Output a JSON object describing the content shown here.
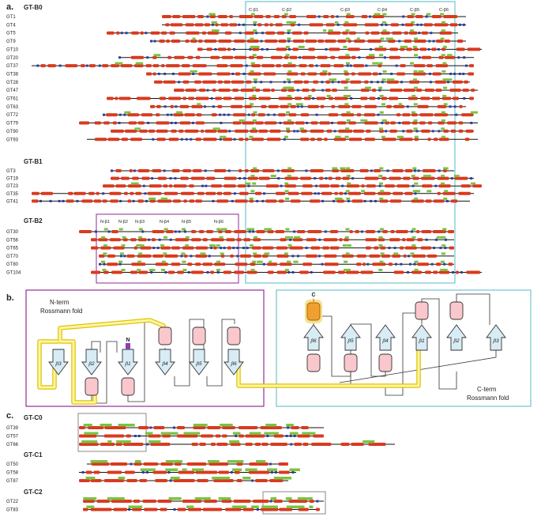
{
  "panels": {
    "a": {
      "letter": "a.",
      "groups": [
        {
          "name": "GT-B0",
          "rows": [
            "GT1",
            "GT4",
            "GT5",
            "GT9",
            "GT10",
            "GT20",
            "GT37",
            "GT38",
            "GT28",
            "GT47",
            "GT61",
            "GT63",
            "GT72",
            "GT79",
            "GT90",
            "GT93"
          ]
        },
        {
          "name": "GT-B1",
          "rows": [
            "GT3",
            "GT19",
            "GT23",
            "GT35",
            "GT41"
          ]
        },
        {
          "name": "GT-B2",
          "rows": [
            "GT30",
            "GT56",
            "GT65",
            "GT70",
            "GT80",
            "GT104"
          ]
        }
      ],
      "c_strands": [
        "C-β1",
        "C-β2",
        "C-β3",
        "C-β4",
        "C-β5",
        "C-β6"
      ],
      "n_strands": [
        "N-β1",
        "N-β2",
        "N-β3",
        "N-β4",
        "N-β5",
        "N-β6"
      ]
    },
    "b": {
      "letter": "b.",
      "nterm_title_line1": "N-term",
      "nterm_title_line2": "Rossmann fold",
      "cterm_title_line1": "C-term",
      "cterm_title_line2": "Rossmann fold",
      "n_label": "N",
      "c_label": "C",
      "n_strands": [
        "β3",
        "β2",
        "β1",
        "β4",
        "β5",
        "β6"
      ],
      "c_strands": [
        "β6",
        "β5",
        "β4",
        "β1",
        "β2",
        "β3"
      ]
    },
    "c": {
      "letter": "c.",
      "groups": [
        {
          "name": "GT-C0",
          "rows": [
            "GT39",
            "GT57",
            "GT66"
          ]
        },
        {
          "name": "GT-C1",
          "rows": [
            "GT50",
            "GT58",
            "GT87"
          ]
        },
        {
          "name": "GT-C2",
          "rows": [
            "GT22",
            "GT83"
          ]
        }
      ]
    }
  },
  "colors": {
    "helix": "#d93a1e",
    "strand": "#2d3fa0",
    "sheet": "#7cc243",
    "line": "#111111",
    "cyan_box": "#7cc8d2",
    "magenta_box": "#9a3d9a",
    "yellow_path": "#f3e25a",
    "pink_helix": "#f9c7cc",
    "strand_arrow": "#d8ecf5",
    "n_terminus": "#8e3fb0",
    "c_terminus": "#f0a030"
  }
}
